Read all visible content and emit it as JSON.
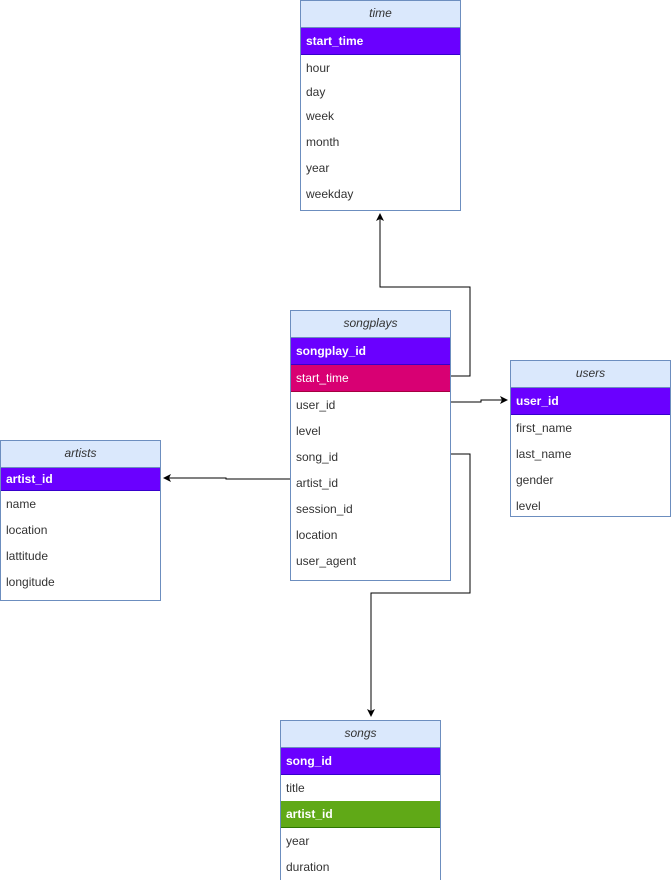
{
  "entities": {
    "time": {
      "title": "time",
      "fields": [
        "start_time",
        "hour",
        "day",
        "week",
        "month",
        "year",
        "weekday"
      ]
    },
    "songplays": {
      "title": "songplays",
      "fields": [
        "songplay_id",
        "start_time",
        "user_id",
        "level",
        "song_id",
        "artist_id",
        "session_id",
        "location",
        "user_agent"
      ]
    },
    "users": {
      "title": "users",
      "fields": [
        "user_id",
        "first_name",
        "last_name",
        "gender",
        "level"
      ]
    },
    "artists": {
      "title": "artists",
      "fields": [
        "artist_id",
        "name",
        "location",
        "lattitude",
        "longitude"
      ]
    },
    "songs": {
      "title": "songs",
      "fields": [
        "song_id",
        "title",
        "artist_id",
        "year",
        "duration"
      ]
    }
  },
  "colors": {
    "primary_key": "#6a00ff",
    "foreign_key_time": "#d80073",
    "foreign_key_artist": "#60a917",
    "header": "#dae8fc",
    "border": "#6c8ebf"
  },
  "relationships": [
    {
      "from": "songplays.start_time",
      "to": "time"
    },
    {
      "from": "songplays.user_id",
      "to": "users.user_id"
    },
    {
      "from": "songplays.artist_id",
      "to": "artists.artist_id"
    },
    {
      "from": "songplays.song_id",
      "to": "songs"
    }
  ]
}
